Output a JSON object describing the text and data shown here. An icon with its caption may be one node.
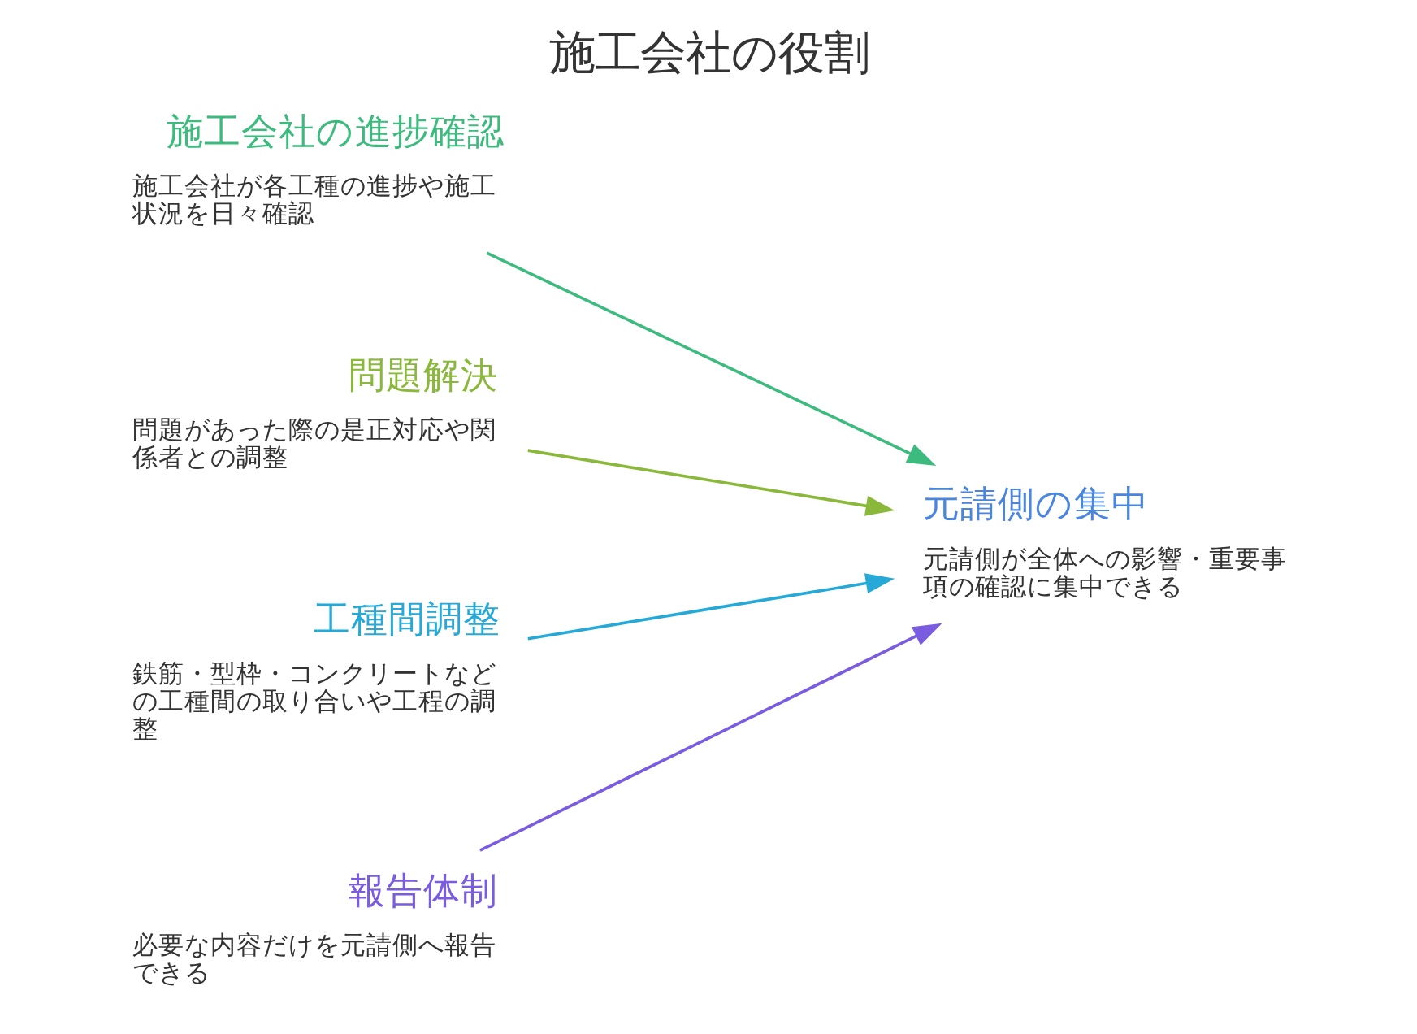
{
  "diagram": {
    "title": "施工会社の役割",
    "nodes": [
      {
        "text": [
          "施工会社の進捗確認",
          "施工会社が各工種の進捗や施工状況を日々確認"
        ]
      },
      {
        "text": [
          "問題解決",
          "問題があった際の是正対応や関係者との調整"
        ]
      },
      {
        "text": [
          "工種間調整",
          "鉄筋・型枠・コンクリートなどの工種間の取り合いや工程の調整"
        ]
      },
      {
        "text": [
          "報告体制",
          "必要な内容だけを元請側へ報告できる"
        ]
      },
      {
        "text": [
          "元請側の集中",
          "元請側が全体への影響・重要事項の確認に集中できる"
        ]
      }
    ],
    "edges": [
      {
        "from": 0,
        "to": 4,
        "arrow": "to",
        "color": "#3dbb7e"
      },
      {
        "from": 1,
        "to": 4,
        "arrow": "to",
        "color": "#8ab83a"
      },
      {
        "from": 2,
        "to": 4,
        "arrow": "to",
        "color": "#27a9d8"
      },
      {
        "from": 3,
        "to": 4,
        "arrow": "to",
        "color": "#7a5ce0"
      }
    ]
  }
}
